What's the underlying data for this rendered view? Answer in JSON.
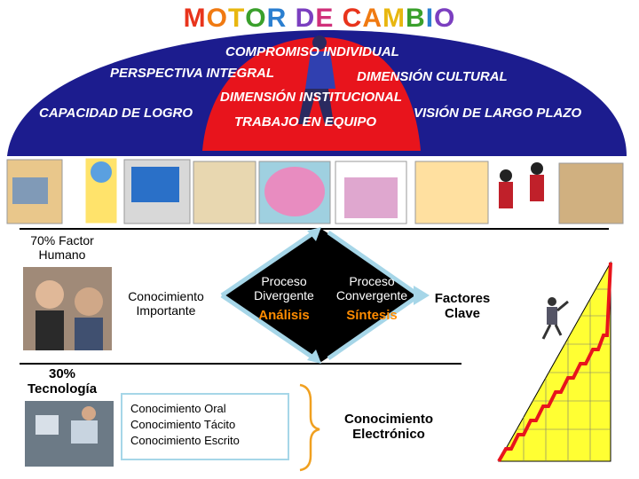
{
  "title": {
    "text": "MOTOR DE CAMBIO",
    "letter_colors": [
      "#e8341c",
      "#f07a12",
      "#e8b710",
      "#3aa02c",
      "#2b7fd0",
      "#7b3fc0",
      "#d0307a",
      "#e8341c",
      "#f07a12",
      "#e8b710",
      "#3aa02c",
      "#2b7fd0",
      "#7b3fc0",
      "#d0307a",
      "#e8341c"
    ]
  },
  "dome": {
    "colors": {
      "blue": "#1c1c8e",
      "red": "#e8141c"
    },
    "phrases": {
      "compromiso": "COMPROMISO INDIVIDUAL",
      "perspectiva": "PERSPECTIVA INTEGRAL",
      "dimension_cultural": "DIMENSIÓN CULTURAL",
      "dimension_institucional": "DIMENSIÓN INSTITUCIONAL",
      "capacidad": "CAPACIDAD DE LOGRO",
      "vision": "VISIÓN DE LARGO PLAZO",
      "trabajo": "TRABAJO EN EQUIPO"
    }
  },
  "left": {
    "human_pct": "70% Factor",
    "human_word": "Humano",
    "tech_pct": "30%",
    "tech_word": "Tecnología"
  },
  "middle": {
    "conocimiento_line1": "Conocimiento",
    "conocimiento_line2": "Importante",
    "diamond": {
      "left_l1": "Proceso",
      "left_l2": "Divergente",
      "left_key": "Análisis",
      "right_l1": "Proceso",
      "right_l2": "Convergente",
      "right_key": "Síntesis",
      "key_color": "#ff8c00"
    },
    "factores_l1": "Factores",
    "factores_l2": "Clave"
  },
  "knowledge_types": [
    "Conocimiento Oral",
    "Conocimiento Tácito",
    "Conocimiento Escrito"
  ],
  "electronico_l1": "Conocimiento",
  "electronico_l2": "Electrónico",
  "colors": {
    "brace": "#f0a020",
    "box_border": "#a6d6e8",
    "staircase_yellow": "#ffff33",
    "staircase_red": "#e8141c"
  }
}
